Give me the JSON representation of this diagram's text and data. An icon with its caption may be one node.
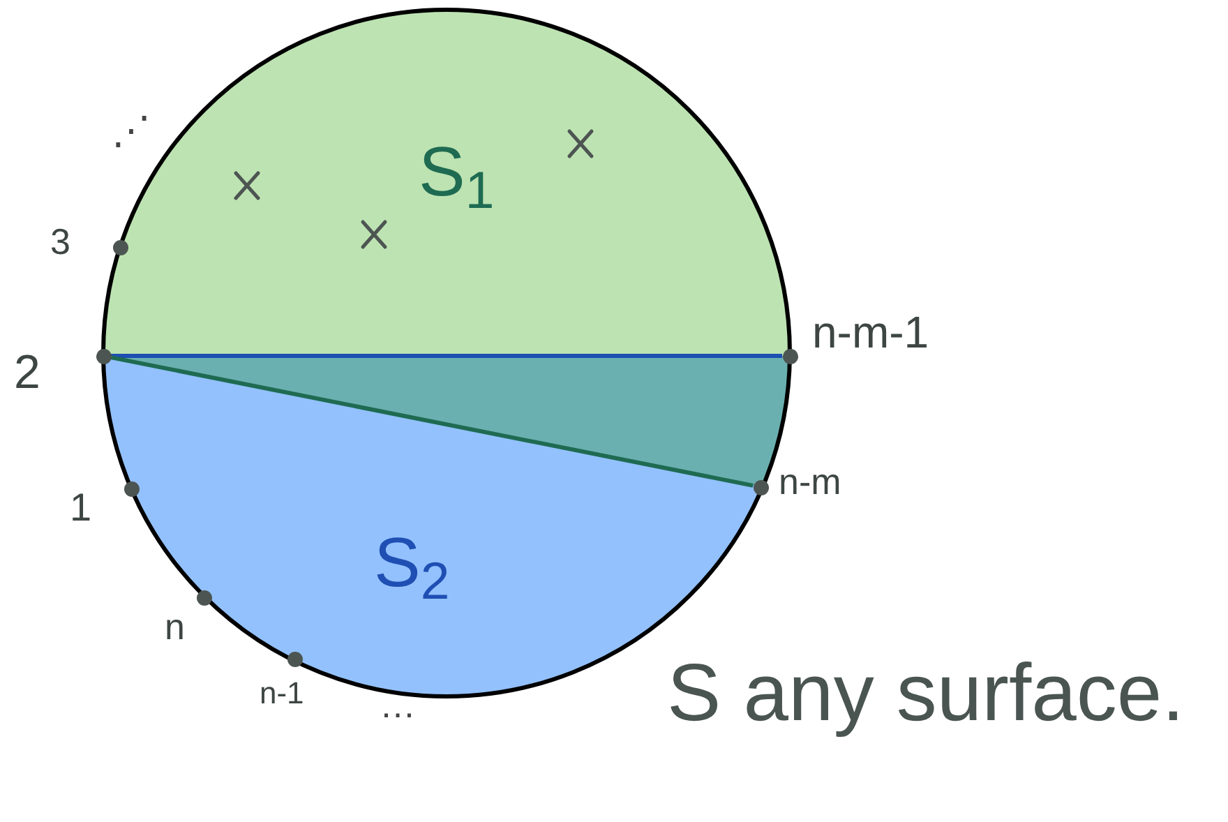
{
  "diagram": {
    "nodes": [
      {
        "text": [],
        "shape": "circle",
        "beside": [
          "3"
        ]
      },
      {
        "text": [],
        "shape": "circle",
        "beside": [
          "2"
        ]
      },
      {
        "text": [],
        "shape": "circle",
        "beside": [
          "n-m-1"
        ]
      },
      {
        "text": [],
        "shape": "circle",
        "beside": [
          "n-m"
        ]
      },
      {
        "text": [],
        "shape": "circle",
        "beside": [
          "1"
        ]
      },
      {
        "text": [],
        "shape": "circle",
        "beside": [
          "n"
        ]
      },
      {
        "text": [],
        "shape": "circle",
        "beside": [
          "n-1"
        ]
      }
    ],
    "edges": [
      {
        "from": 1,
        "to": 2,
        "arrow": "none",
        "color": "#1f4fb3"
      },
      {
        "from": 1,
        "to": 3,
        "arrow": "none",
        "color": "#1e6b52"
      }
    ],
    "labels": [
      "⋰",
      "S$_{1}$",
      "S$_{2}$",
      "…",
      "S any surface."
    ]
  }
}
